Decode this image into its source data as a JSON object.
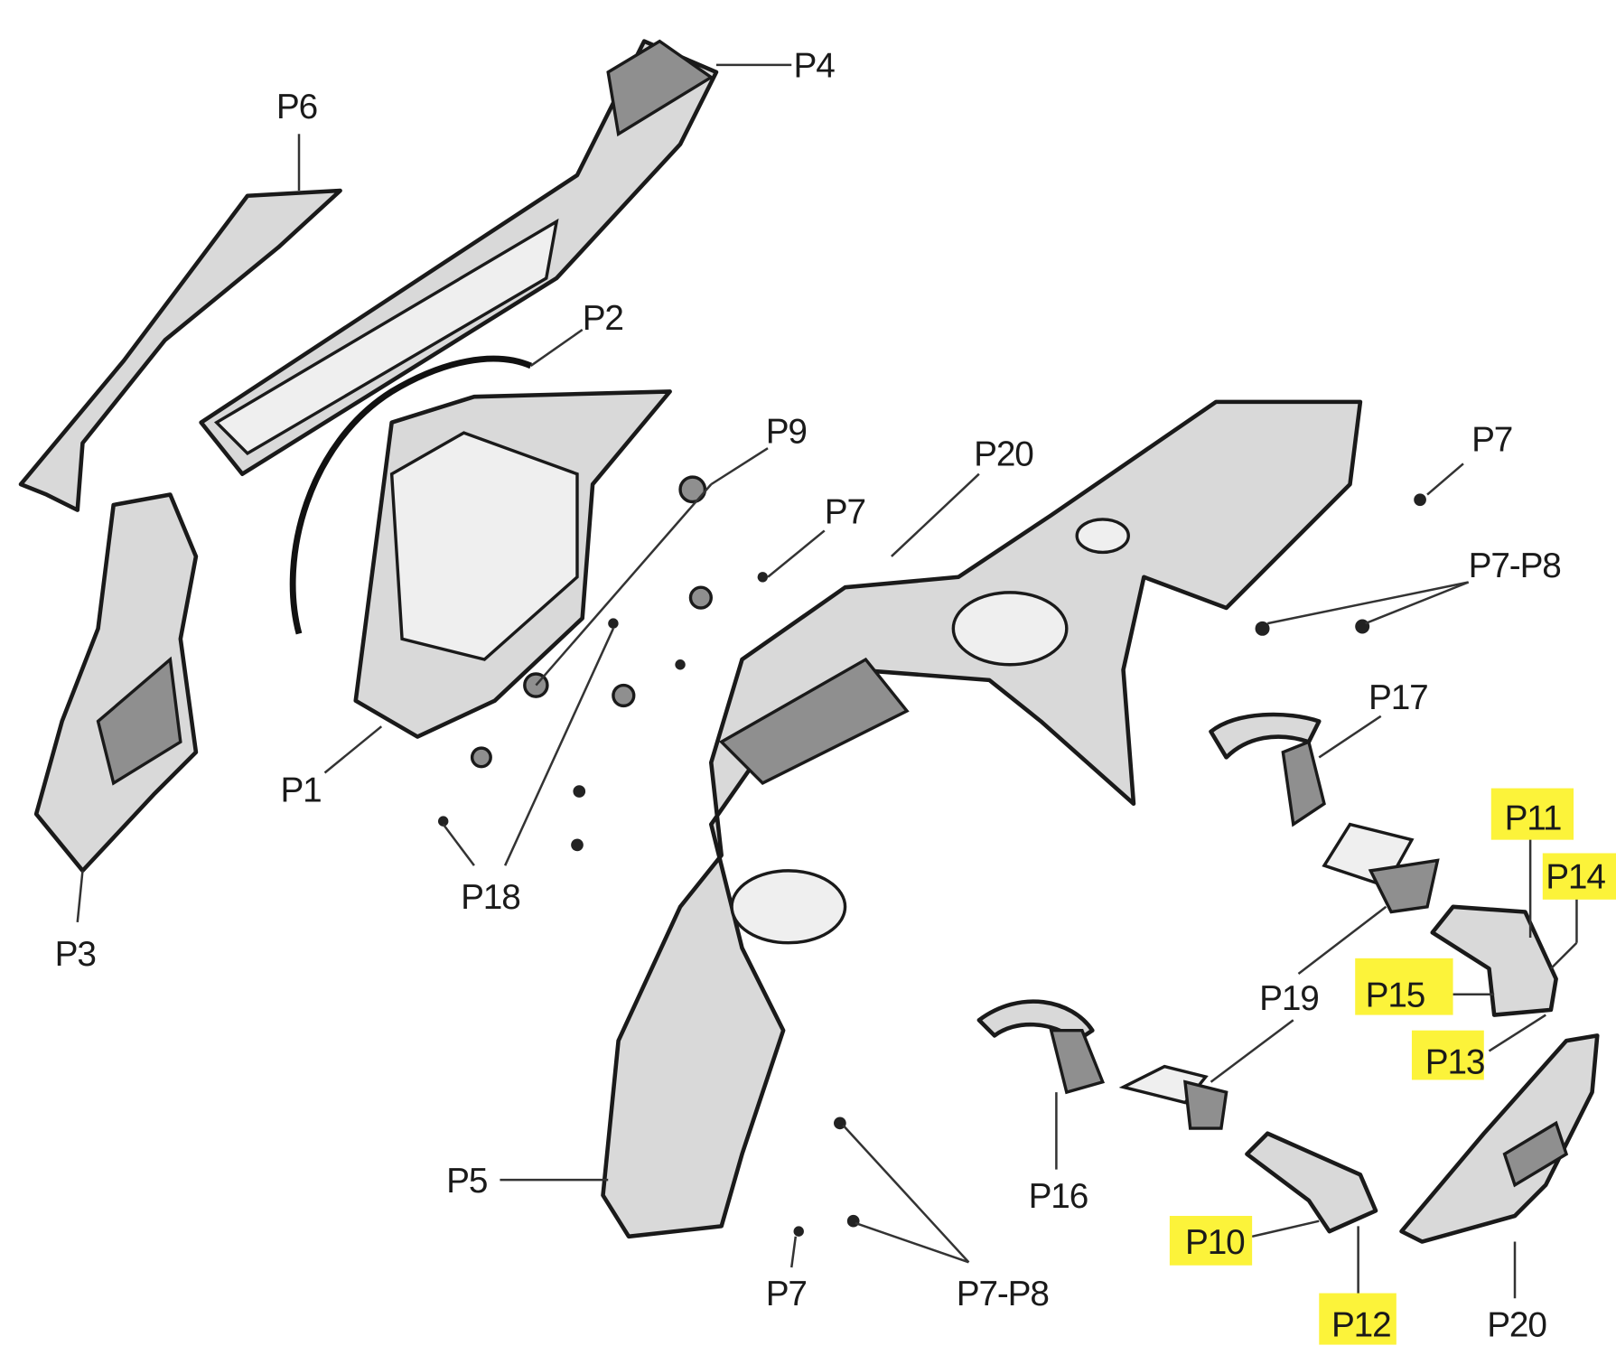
{
  "diagram": {
    "highlight_color": "#fcf33a",
    "labels": {
      "p4": "P4",
      "p6": "P6",
      "p2": "P2",
      "p9": "P9",
      "p20_top": "P20",
      "p7_right": "P7",
      "p7_mid": "P7",
      "p7p8_right": "P7-P8",
      "p17": "P17",
      "p1": "P1",
      "p18": "P18",
      "p3": "P3",
      "p11": "P11",
      "p14": "P14",
      "p15": "P15",
      "p19": "P19",
      "p13": "P13",
      "p5": "P5",
      "p16": "P16",
      "p10": "P10",
      "p7_bottom": "P7",
      "p7p8_bottom": "P7-P8",
      "p12": "P12",
      "p20_bottom": "P20"
    }
  }
}
